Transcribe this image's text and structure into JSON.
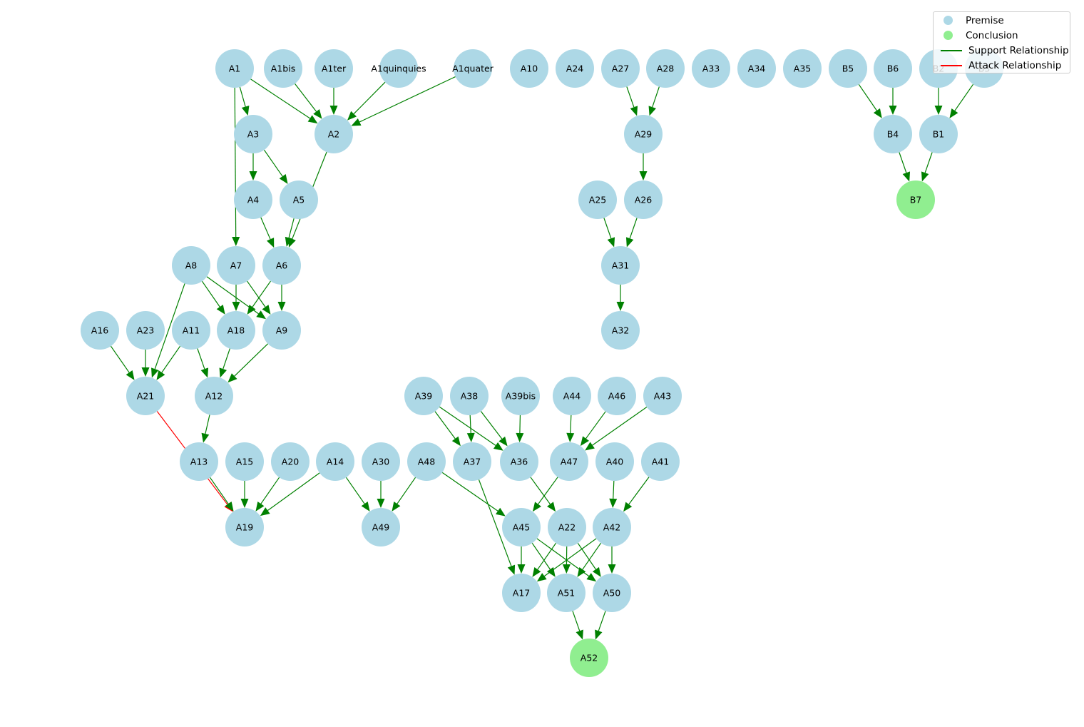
{
  "colors": {
    "premise": "#add8e6",
    "conclusion": "#90ee90",
    "support": "#008000",
    "attack": "#ff0000"
  },
  "legend": {
    "premise": "Premise",
    "conclusion": "Conclusion",
    "support": "Support Relationship",
    "attack": "Attack Relationship"
  },
  "nodes": [
    {
      "id": "A1",
      "type": "premise"
    },
    {
      "id": "A1bis",
      "type": "premise"
    },
    {
      "id": "A1ter",
      "type": "premise"
    },
    {
      "id": "A1quinquies",
      "type": "premise"
    },
    {
      "id": "A1quater",
      "type": "premise"
    },
    {
      "id": "A10",
      "type": "premise"
    },
    {
      "id": "A24",
      "type": "premise"
    },
    {
      "id": "A27",
      "type": "premise"
    },
    {
      "id": "A28",
      "type": "premise"
    },
    {
      "id": "A33",
      "type": "premise"
    },
    {
      "id": "A34",
      "type": "premise"
    },
    {
      "id": "A35",
      "type": "premise"
    },
    {
      "id": "B5",
      "type": "premise"
    },
    {
      "id": "B6",
      "type": "premise"
    },
    {
      "id": "B2",
      "type": "premise"
    },
    {
      "id": "B3",
      "type": "premise"
    },
    {
      "id": "A3",
      "type": "premise"
    },
    {
      "id": "A2",
      "type": "premise"
    },
    {
      "id": "A29",
      "type": "premise"
    },
    {
      "id": "B4",
      "type": "premise"
    },
    {
      "id": "B1",
      "type": "premise"
    },
    {
      "id": "A4",
      "type": "premise"
    },
    {
      "id": "A5",
      "type": "premise"
    },
    {
      "id": "A25",
      "type": "premise"
    },
    {
      "id": "A26",
      "type": "premise"
    },
    {
      "id": "B7",
      "type": "conclusion"
    },
    {
      "id": "A8",
      "type": "premise"
    },
    {
      "id": "A7",
      "type": "premise"
    },
    {
      "id": "A6",
      "type": "premise"
    },
    {
      "id": "A31",
      "type": "premise"
    },
    {
      "id": "A16",
      "type": "premise"
    },
    {
      "id": "A23",
      "type": "premise"
    },
    {
      "id": "A11",
      "type": "premise"
    },
    {
      "id": "A18",
      "type": "premise"
    },
    {
      "id": "A9",
      "type": "premise"
    },
    {
      "id": "A32",
      "type": "premise"
    },
    {
      "id": "A21",
      "type": "premise"
    },
    {
      "id": "A12",
      "type": "premise"
    },
    {
      "id": "A39",
      "type": "premise"
    },
    {
      "id": "A38",
      "type": "premise"
    },
    {
      "id": "A39bis",
      "type": "premise"
    },
    {
      "id": "A44",
      "type": "premise"
    },
    {
      "id": "A46",
      "type": "premise"
    },
    {
      "id": "A43",
      "type": "premise"
    },
    {
      "id": "A13",
      "type": "premise"
    },
    {
      "id": "A15",
      "type": "premise"
    },
    {
      "id": "A20",
      "type": "premise"
    },
    {
      "id": "A14",
      "type": "premise"
    },
    {
      "id": "A30",
      "type": "premise"
    },
    {
      "id": "A48",
      "type": "premise"
    },
    {
      "id": "A37",
      "type": "premise"
    },
    {
      "id": "A36",
      "type": "premise"
    },
    {
      "id": "A47",
      "type": "premise"
    },
    {
      "id": "A40",
      "type": "premise"
    },
    {
      "id": "A41",
      "type": "premise"
    },
    {
      "id": "A19",
      "type": "premise"
    },
    {
      "id": "A49",
      "type": "premise"
    },
    {
      "id": "A45",
      "type": "premise"
    },
    {
      "id": "A22",
      "type": "premise"
    },
    {
      "id": "A42",
      "type": "premise"
    },
    {
      "id": "A17",
      "type": "premise"
    },
    {
      "id": "A51",
      "type": "premise"
    },
    {
      "id": "A50",
      "type": "premise"
    },
    {
      "id": "A52",
      "type": "conclusion"
    }
  ],
  "edges": [
    {
      "from": "A1",
      "to": "A3",
      "type": "support"
    },
    {
      "from": "A1",
      "to": "A2",
      "type": "support"
    },
    {
      "from": "A1",
      "to": "A7",
      "type": "support"
    },
    {
      "from": "A1bis",
      "to": "A2",
      "type": "support"
    },
    {
      "from": "A1ter",
      "to": "A2",
      "type": "support"
    },
    {
      "from": "A1quinquies",
      "to": "A2",
      "type": "support"
    },
    {
      "from": "A1quater",
      "to": "A2",
      "type": "support"
    },
    {
      "from": "A27",
      "to": "A29",
      "type": "support"
    },
    {
      "from": "A28",
      "to": "A29",
      "type": "support"
    },
    {
      "from": "B5",
      "to": "B4",
      "type": "support"
    },
    {
      "from": "B6",
      "to": "B4",
      "type": "support"
    },
    {
      "from": "B2",
      "to": "B1",
      "type": "support"
    },
    {
      "from": "B3",
      "to": "B1",
      "type": "support"
    },
    {
      "from": "A3",
      "to": "A4",
      "type": "support"
    },
    {
      "from": "A3",
      "to": "A5",
      "type": "support"
    },
    {
      "from": "A2",
      "to": "A6",
      "type": "support"
    },
    {
      "from": "A29",
      "to": "A26",
      "type": "support"
    },
    {
      "from": "B4",
      "to": "B7",
      "type": "support"
    },
    {
      "from": "B1",
      "to": "B7",
      "type": "support"
    },
    {
      "from": "A4",
      "to": "A6",
      "type": "support"
    },
    {
      "from": "A5",
      "to": "A6",
      "type": "support"
    },
    {
      "from": "A25",
      "to": "A31",
      "type": "support"
    },
    {
      "from": "A26",
      "to": "A31",
      "type": "support"
    },
    {
      "from": "A8",
      "to": "A18",
      "type": "support"
    },
    {
      "from": "A8",
      "to": "A9",
      "type": "support"
    },
    {
      "from": "A8",
      "to": "A21",
      "type": "support"
    },
    {
      "from": "A7",
      "to": "A18",
      "type": "support"
    },
    {
      "from": "A7",
      "to": "A9",
      "type": "support"
    },
    {
      "from": "A6",
      "to": "A9",
      "type": "support"
    },
    {
      "from": "A6",
      "to": "A18",
      "type": "support"
    },
    {
      "from": "A31",
      "to": "A32",
      "type": "support"
    },
    {
      "from": "A16",
      "to": "A21",
      "type": "support"
    },
    {
      "from": "A23",
      "to": "A21",
      "type": "support"
    },
    {
      "from": "A11",
      "to": "A21",
      "type": "support"
    },
    {
      "from": "A11",
      "to": "A12",
      "type": "support"
    },
    {
      "from": "A18",
      "to": "A12",
      "type": "support"
    },
    {
      "from": "A9",
      "to": "A12",
      "type": "support"
    },
    {
      "from": "A21",
      "to": "A19",
      "type": "attack"
    },
    {
      "from": "A12",
      "to": "A13",
      "type": "support"
    },
    {
      "from": "A13",
      "to": "A19",
      "type": "support"
    },
    {
      "from": "A15",
      "to": "A19",
      "type": "support"
    },
    {
      "from": "A20",
      "to": "A19",
      "type": "support"
    },
    {
      "from": "A14",
      "to": "A19",
      "type": "support"
    },
    {
      "from": "A14",
      "to": "A49",
      "type": "support"
    },
    {
      "from": "A30",
      "to": "A49",
      "type": "support"
    },
    {
      "from": "A48",
      "to": "A49",
      "type": "support"
    },
    {
      "from": "A48",
      "to": "A45",
      "type": "support"
    },
    {
      "from": "A39",
      "to": "A37",
      "type": "support"
    },
    {
      "from": "A39",
      "to": "A36",
      "type": "support"
    },
    {
      "from": "A38",
      "to": "A37",
      "type": "support"
    },
    {
      "from": "A38",
      "to": "A36",
      "type": "support"
    },
    {
      "from": "A39bis",
      "to": "A36",
      "type": "support"
    },
    {
      "from": "A44",
      "to": "A47",
      "type": "support"
    },
    {
      "from": "A46",
      "to": "A47",
      "type": "support"
    },
    {
      "from": "A43",
      "to": "A47",
      "type": "support"
    },
    {
      "from": "A37",
      "to": "A17",
      "type": "support"
    },
    {
      "from": "A36",
      "to": "A22",
      "type": "support"
    },
    {
      "from": "A47",
      "to": "A45",
      "type": "support"
    },
    {
      "from": "A40",
      "to": "A42",
      "type": "support"
    },
    {
      "from": "A41",
      "to": "A42",
      "type": "support"
    },
    {
      "from": "A45",
      "to": "A17",
      "type": "support"
    },
    {
      "from": "A45",
      "to": "A51",
      "type": "support"
    },
    {
      "from": "A45",
      "to": "A50",
      "type": "support"
    },
    {
      "from": "A22",
      "to": "A17",
      "type": "support"
    },
    {
      "from": "A22",
      "to": "A51",
      "type": "support"
    },
    {
      "from": "A22",
      "to": "A50",
      "type": "support"
    },
    {
      "from": "A42",
      "to": "A17",
      "type": "support"
    },
    {
      "from": "A42",
      "to": "A51",
      "type": "support"
    },
    {
      "from": "A42",
      "to": "A50",
      "type": "support"
    },
    {
      "from": "A51",
      "to": "A52",
      "type": "support"
    },
    {
      "from": "A50",
      "to": "A52",
      "type": "support"
    }
  ]
}
